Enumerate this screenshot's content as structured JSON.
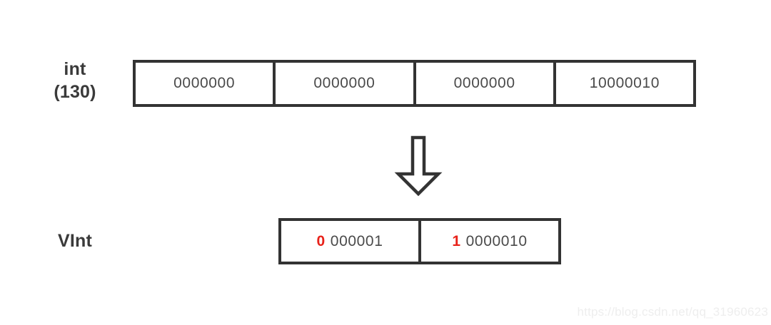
{
  "diagram": {
    "rows": [
      {
        "label_lines": [
          "int",
          "(130)"
        ],
        "name": "int-row",
        "cells": [
          {
            "flag": "",
            "rest": "0000000"
          },
          {
            "flag": "",
            "rest": "0000000"
          },
          {
            "flag": "",
            "rest": "0000000"
          },
          {
            "flag": "",
            "rest": "10000010"
          }
        ]
      },
      {
        "label_lines": [
          "VInt"
        ],
        "name": "vint-row",
        "cells": [
          {
            "flag": "0",
            "rest": "000001"
          },
          {
            "flag": "1",
            "rest": "0000010"
          }
        ]
      }
    ],
    "arrow": {
      "icon": "down-block-arrow-icon",
      "direction": "down"
    },
    "colors": {
      "stroke": "#333333",
      "text": "#4a4a4a",
      "label": "#3a3a3a",
      "flag_red": "#e8221a",
      "background": "#ffffff",
      "watermark": "#eeeeee"
    }
  },
  "watermark": {
    "text": "https://blog.csdn.net/qq_31960623"
  }
}
